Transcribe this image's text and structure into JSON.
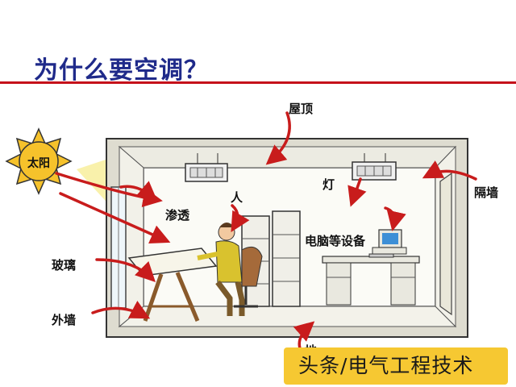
{
  "title": "为什么要空调？",
  "labels": {
    "roof": "屋顶",
    "sun": "太阳",
    "lamp": "灯",
    "partition_wall": "隔墙",
    "person": "人",
    "infiltration": "渗透",
    "computer_equipment": "电脑等设备",
    "glass": "玻璃",
    "outer_wall": "外墙",
    "floor_partial": "地"
  },
  "watermark": "头条/电气工程技术",
  "colors": {
    "title": "#1f2a8a",
    "rule": "#c5111a",
    "arrow": "#c81c1c",
    "sun": "#f6c22b",
    "wall": "#d9d7cb",
    "badge": "#f6c832"
  },
  "icons": [
    "sun-icon",
    "lamp-icon",
    "person-icon",
    "cabinet-icon",
    "computer-icon",
    "desk-icon",
    "chair-icon"
  ]
}
